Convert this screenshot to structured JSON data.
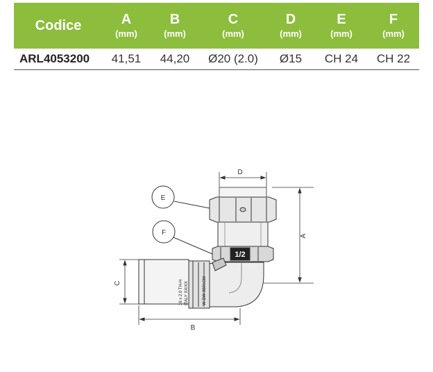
{
  "table": {
    "headers": [
      {
        "letter": "Codice",
        "unit": ""
      },
      {
        "letter": "A",
        "unit": "(mm)"
      },
      {
        "letter": "B",
        "unit": "(mm)"
      },
      {
        "letter": "C",
        "unit": "(mm)"
      },
      {
        "letter": "D",
        "unit": "(mm)"
      },
      {
        "letter": "E",
        "unit": "(mm)"
      },
      {
        "letter": "F",
        "unit": "(mm)"
      }
    ],
    "row": [
      "ARL4053200",
      "41,51",
      "44,20",
      "Ø20 (2.0)",
      "Ø15",
      "CH 24",
      "CH 22"
    ]
  },
  "drawing": {
    "dim_labels": {
      "A": "A",
      "B": "B",
      "C": "C",
      "D": "D"
    },
    "callouts": {
      "E": "E",
      "F": "F"
    },
    "nut_marking": "1/2",
    "body_text": [
      "16 x 2.0 TH-H",
      "ITALY XX/XX",
      "W DW-8501CM"
    ]
  },
  "colors": {
    "header_bg": "#8cbd3c",
    "header_text": "#ffffff"
  }
}
